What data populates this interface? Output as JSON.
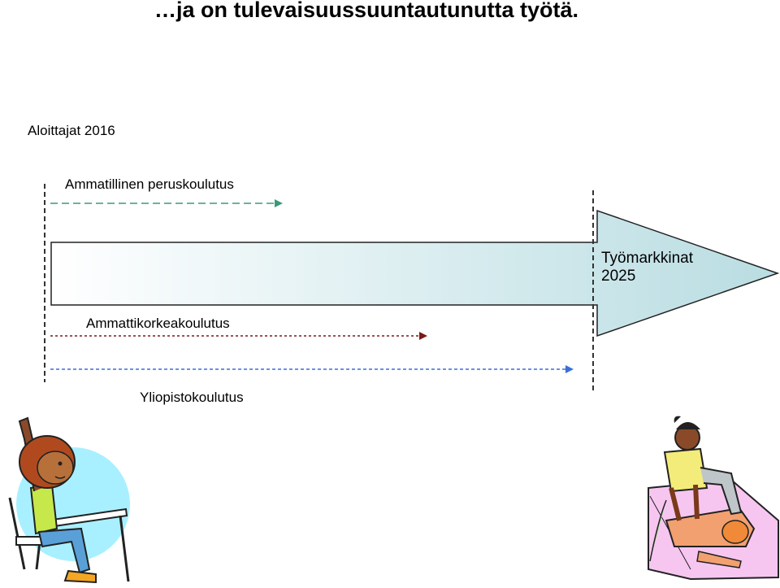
{
  "slide": {
    "title": "…ja on tulevaisuussuuntautunutta työtä."
  },
  "timeline": {
    "start_label": "Aloittajat 2016",
    "target_line1": "Työmarkkinat",
    "target_line2": "2025"
  },
  "paths": [
    {
      "label": "Ammatillinen peruskoulutus",
      "color": "#3a9a78"
    },
    {
      "label": "Ammattikorkeakoulutus",
      "color": "#7a1a1a"
    },
    {
      "label": "Yliopistokoulutus",
      "color": "#3a6fd8"
    }
  ],
  "colors": {
    "arrow_fill_start": "#ffffff",
    "arrow_fill_end": "#b9dde2",
    "circle": "#a8f0ff"
  },
  "icons": {
    "student": "student-at-desk-icon",
    "worker": "massage-therapist-icon"
  }
}
